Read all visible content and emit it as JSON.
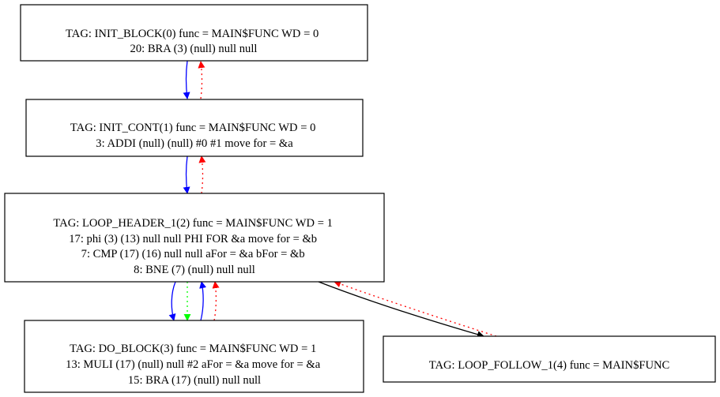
{
  "nodes": {
    "init_block": {
      "lines": [
        "TAG: INIT_BLOCK(0)  func = MAIN$FUNC WD = 0",
        "20: BRA (3) (null) null null"
      ]
    },
    "init_cont": {
      "lines": [
        "TAG: INIT_CONT(1)  func = MAIN$FUNC WD = 0",
        "3: ADDI (null) (null) #0 #1 move for = &a"
      ]
    },
    "loop_header": {
      "lines": [
        "TAG: LOOP_HEADER_1(2)  func = MAIN$FUNC WD = 1",
        "17: phi (3) (13) null null  PHI FOR &a move for = &b",
        "7: CMP (17) (16) null null aFor = &a bFor = &b",
        "8: BNE (7) (null) null null"
      ]
    },
    "do_block": {
      "lines": [
        "TAG: DO_BLOCK(3)  func = MAIN$FUNC WD = 1",
        "13: MULI (17) (null) null #2 aFor = &a move for = &a",
        "15: BRA (17) (null) null null"
      ]
    },
    "loop_follow": {
      "lines": [
        "TAG: LOOP_FOLLOW_1(4)  func = MAIN$FUNC"
      ]
    }
  },
  "edge_colors": {
    "blue": "#0000ff",
    "red": "#ff0000",
    "green": "#00ff00",
    "black": "#000000"
  }
}
